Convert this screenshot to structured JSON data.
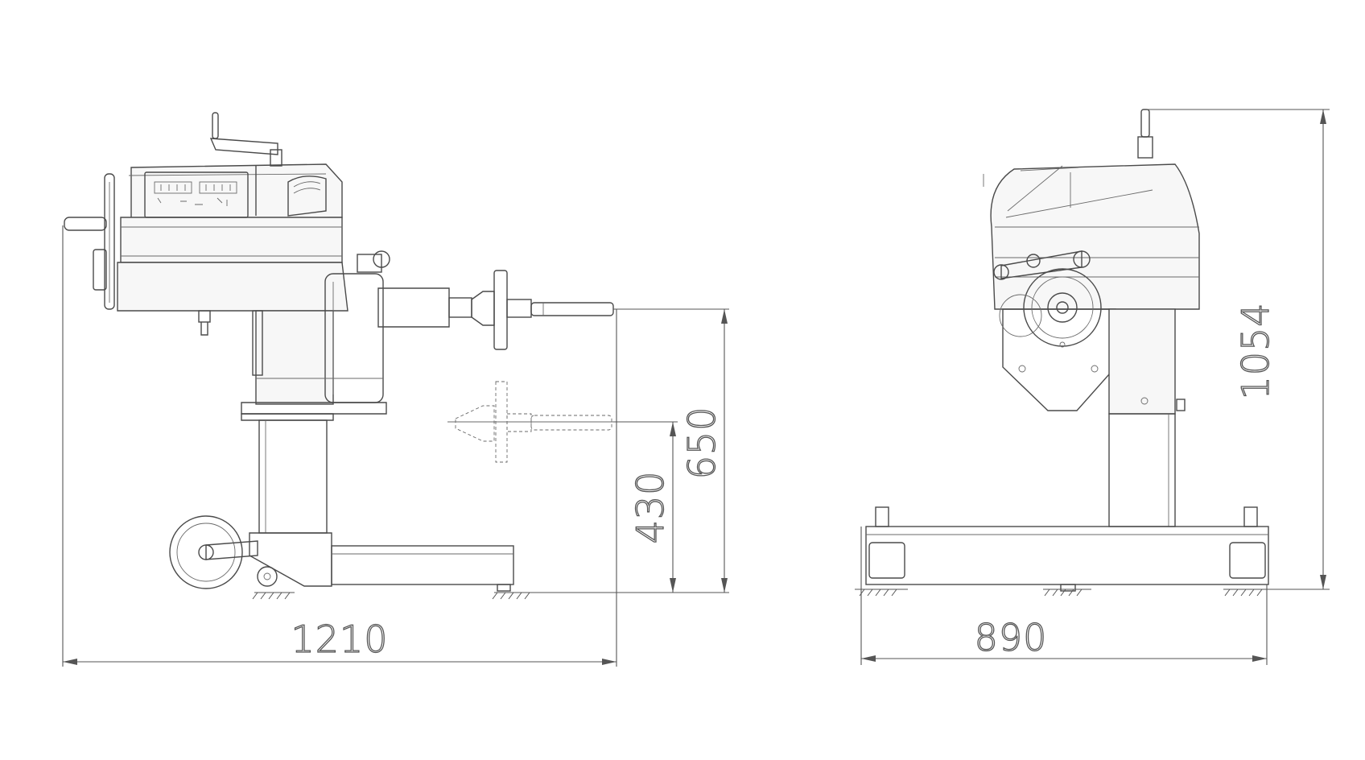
{
  "drawing": {
    "front_view": {
      "width_label": "1210",
      "spindle_high_label": "650",
      "spindle_low_label": "430"
    },
    "side_view": {
      "width_label": "890",
      "height_label": "1054"
    },
    "colors": {
      "line": "#4a4a4a",
      "background": "#ffffff"
    }
  }
}
